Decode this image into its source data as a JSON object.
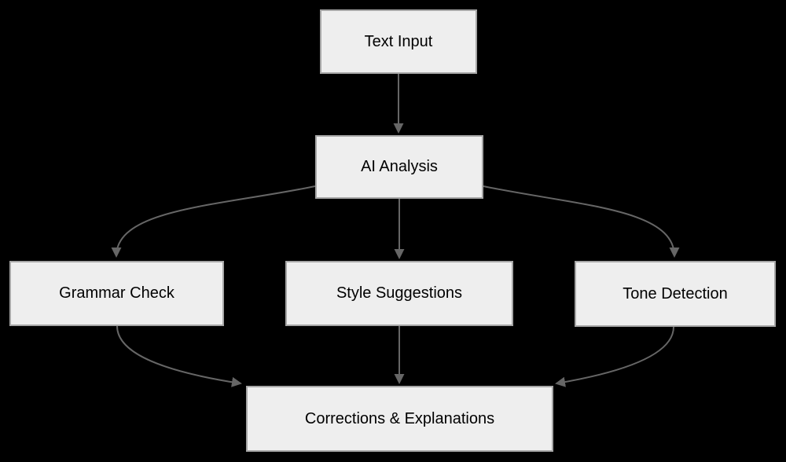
{
  "diagram": {
    "type": "flowchart",
    "direction": "top-down",
    "colors": {
      "background": "#000000",
      "node_fill": "#eeeeee",
      "node_border": "#a6a6a6",
      "node_text": "#000000",
      "edge_stroke": "#666666",
      "arrowhead_fill": "#666666"
    },
    "nodes": {
      "text_input": {
        "label": "Text Input"
      },
      "ai_analysis": {
        "label": "AI Analysis"
      },
      "grammar_check": {
        "label": "Grammar Check"
      },
      "style_suggestions": {
        "label": "Style Suggestions"
      },
      "tone_detection": {
        "label": "Tone Detection"
      },
      "corrections": {
        "label": "Corrections & Explanations"
      }
    },
    "edges": [
      {
        "from": "Text Input",
        "to": "AI Analysis"
      },
      {
        "from": "AI Analysis",
        "to": "Grammar Check"
      },
      {
        "from": "AI Analysis",
        "to": "Style Suggestions"
      },
      {
        "from": "AI Analysis",
        "to": "Tone Detection"
      },
      {
        "from": "Grammar Check",
        "to": "Corrections & Explanations"
      },
      {
        "from": "Style Suggestions",
        "to": "Corrections & Explanations"
      },
      {
        "from": "Tone Detection",
        "to": "Corrections & Explanations"
      }
    ]
  }
}
